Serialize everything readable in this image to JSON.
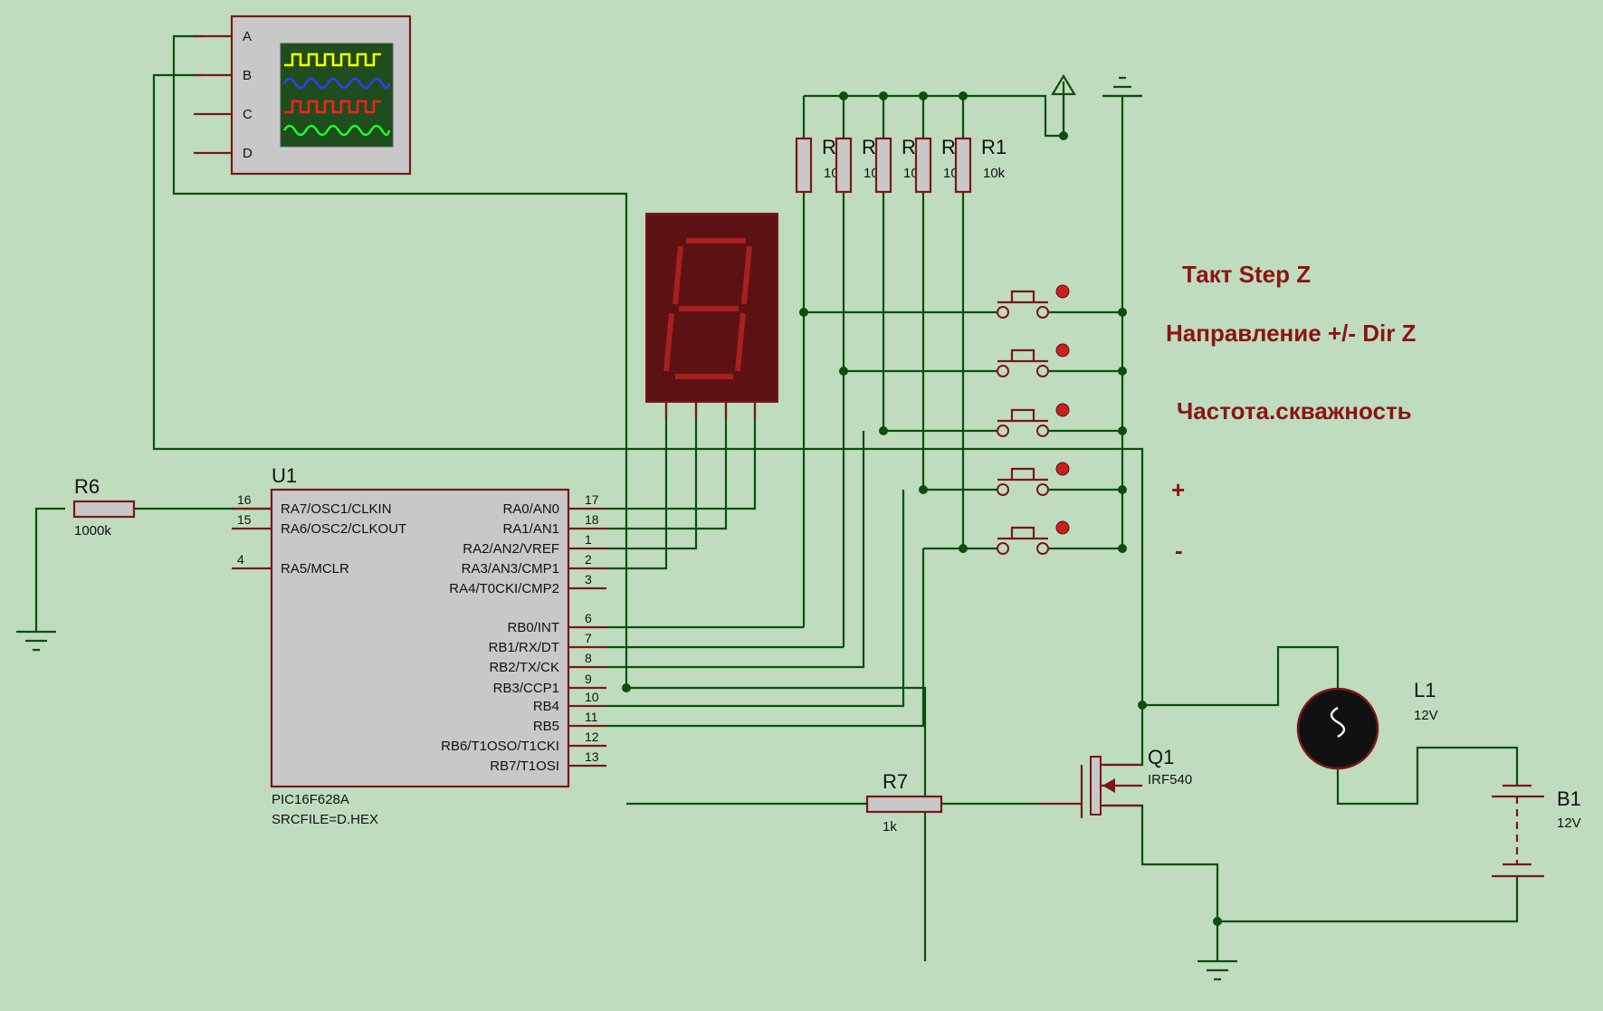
{
  "oscilloscope": {
    "channels": [
      "A",
      "B",
      "C",
      "D"
    ]
  },
  "mcu": {
    "ref": "U1",
    "part": "PIC16F628A",
    "srcfile": "SRCFILE=D.HEX",
    "left_pins": [
      {
        "num": "16",
        "name": "RA7/OSC1/CLKIN"
      },
      {
        "num": "15",
        "name": "RA6/OSC2/CLKOUT"
      },
      {
        "num": "4",
        "name": "RA5/MCLR"
      }
    ],
    "right_pins": [
      {
        "num": "17",
        "name": "RA0/AN0"
      },
      {
        "num": "18",
        "name": "RA1/AN1"
      },
      {
        "num": "1",
        "name": "RA2/AN2/VREF"
      },
      {
        "num": "2",
        "name": "RA3/AN3/CMP1"
      },
      {
        "num": "3",
        "name": "RA4/T0CKI/CMP2"
      },
      {
        "num": "6",
        "name": "RB0/INT"
      },
      {
        "num": "7",
        "name": "RB1/RX/DT"
      },
      {
        "num": "8",
        "name": "RB2/TX/CK"
      },
      {
        "num": "9",
        "name": "RB3/CCP1"
      },
      {
        "num": "10",
        "name": "RB4"
      },
      {
        "num": "11",
        "name": "RB5"
      },
      {
        "num": "12",
        "name": "RB6/T1OSO/T1CKI"
      },
      {
        "num": "13",
        "name": "RB7/T1OSI"
      }
    ]
  },
  "resistors": {
    "r5": {
      "ref": "R5",
      "value": "10k"
    },
    "r4": {
      "ref": "R4",
      "value": "10k"
    },
    "r3": {
      "ref": "R3",
      "value": "10k"
    },
    "r2": {
      "ref": "R2",
      "value": "10k"
    },
    "r1": {
      "ref": "R1",
      "value": "10k"
    },
    "r6": {
      "ref": "R6",
      "value": "1000k"
    },
    "r7": {
      "ref": "R7",
      "value": "1k"
    }
  },
  "transistor": {
    "ref": "Q1",
    "part": "IRF540"
  },
  "lamp": {
    "ref": "L1",
    "value": "12V"
  },
  "battery": {
    "ref": "B1",
    "value": "12V"
  },
  "annotations": {
    "step": "Такт Step Z",
    "dir": "Направление +/- Dir Z",
    "freq": "Частота.скважность",
    "plus": "+",
    "minus": "-"
  },
  "colors": {
    "background": "#bfdcbf",
    "wire": "#0c4f0c",
    "component": "#7a1717",
    "annotation": "#8b1414",
    "trace_a": "#ffff00",
    "trace_b": "#3a3aff",
    "trace_c": "#ff2020",
    "trace_d": "#20ff20"
  }
}
